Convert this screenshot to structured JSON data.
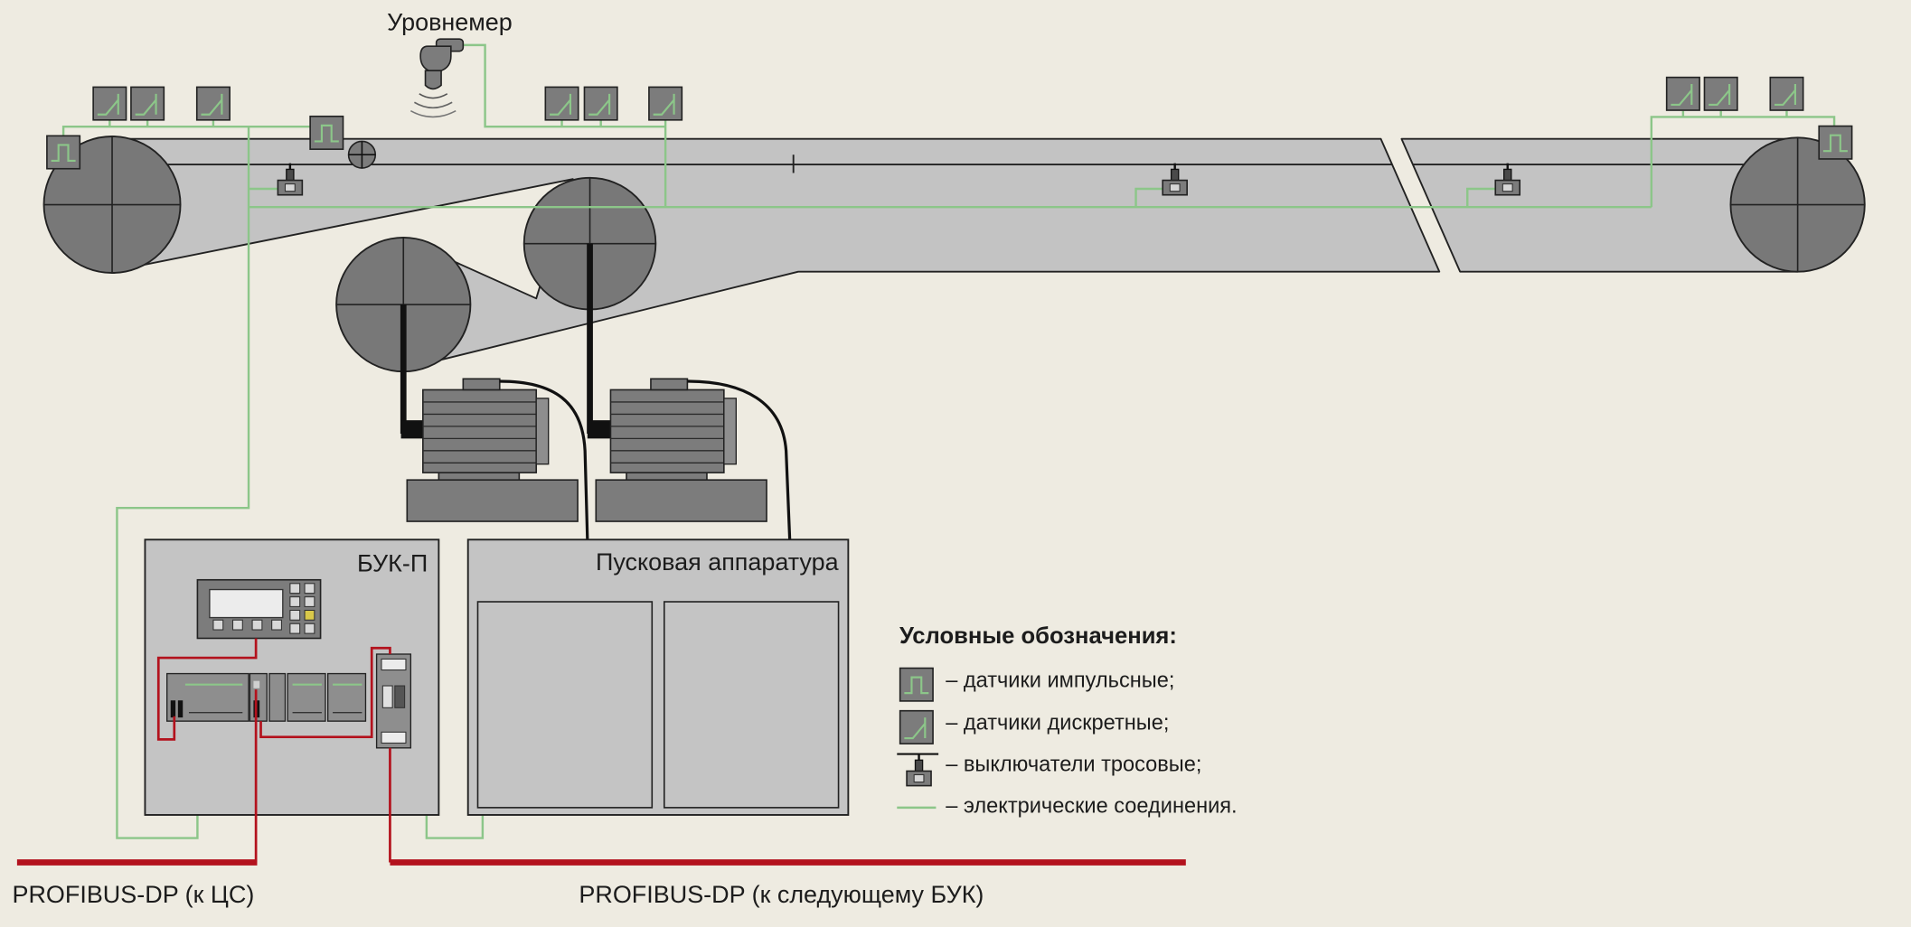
{
  "colors": {
    "background": "#eeebe1",
    "belt": "#c3c3c3",
    "drum": "#787878",
    "device": "#7c7c7c",
    "cabinet": "#c4c4c4",
    "wire": "#8cc689",
    "profibus": "#b3121d",
    "ink": "#222222"
  },
  "diagram": {
    "level_meter_label": "Уровнемер",
    "control_unit_label": "БУК-П",
    "starter_label": "Пусковая аппаратура",
    "profibus_left_label": "PROFIBUS-DP (к ЦС)",
    "profibus_right_label": "PROFIBUS-DP (к следующему БУК)"
  },
  "legend": {
    "title": "Условные обозначения:",
    "items": [
      {
        "icon": "pulse-sensor-icon",
        "label": "– датчики импульсные;"
      },
      {
        "icon": "discrete-sensor-icon",
        "label": "– датчики дискретные;"
      },
      {
        "icon": "rope-switch-icon",
        "label": "– выключатели тросовые;"
      },
      {
        "icon": "wire-line-icon",
        "label": "– электрические соединения."
      }
    ]
  }
}
